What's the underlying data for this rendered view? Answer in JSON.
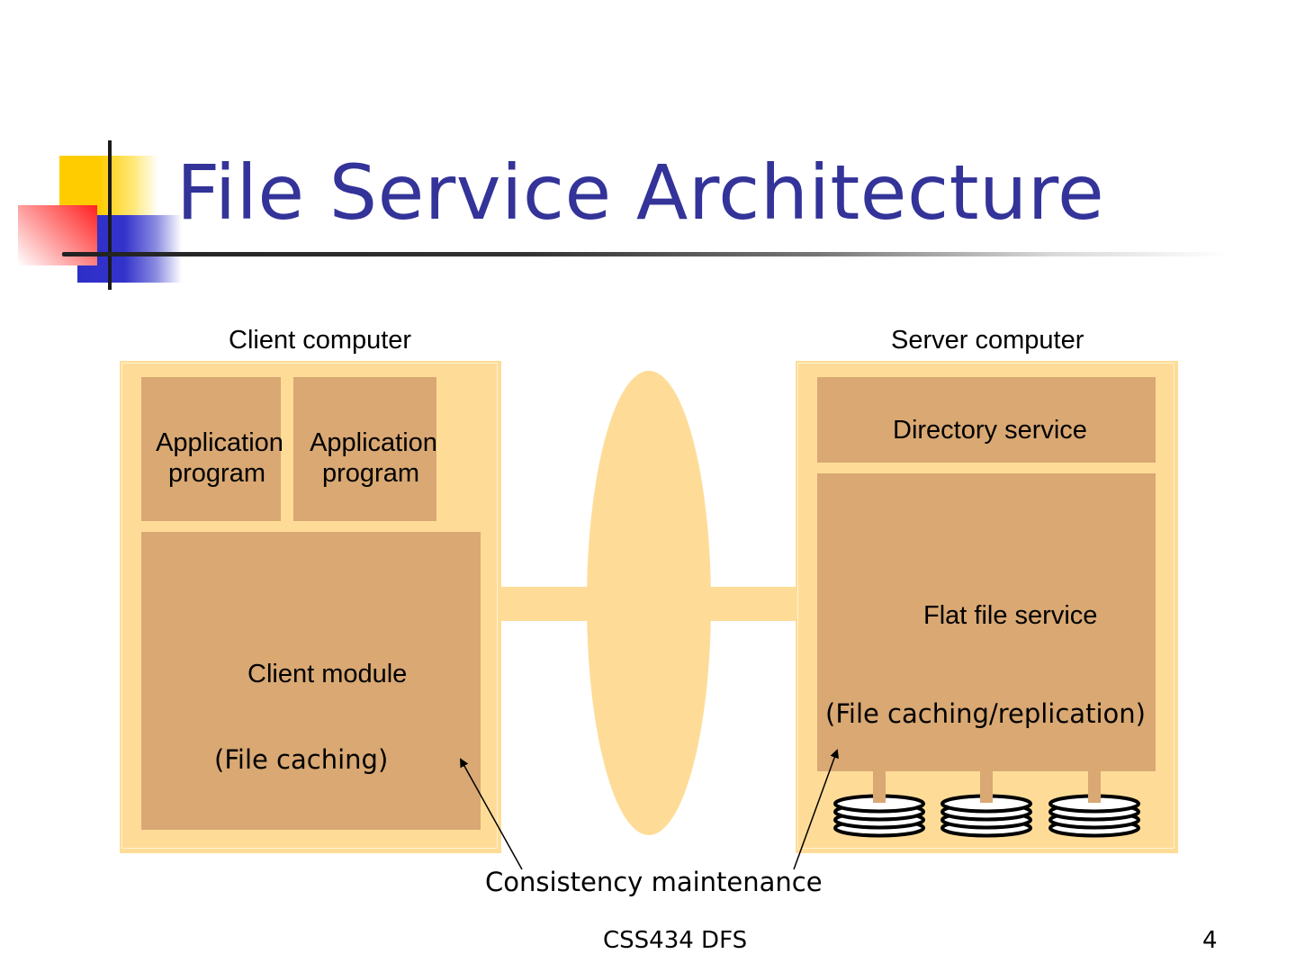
{
  "slide": {
    "title": "File Service Architecture",
    "footer_text": "CSS434 DFS",
    "page_number": "4",
    "colors": {
      "title": "#333399",
      "computer_box": "#fedc98",
      "component_box": "#d9a873",
      "network": "#fedc98"
    }
  },
  "client": {
    "heading": "Client computer",
    "app1": {
      "line1": "Application",
      "line2": "program"
    },
    "app2": {
      "line1": "Application",
      "line2": "program"
    },
    "module_label": "Client module",
    "module_sub": "(File caching)"
  },
  "server": {
    "heading": "Server computer",
    "directory_label": "Directory service",
    "flat_label": "Flat file service",
    "flat_sub": "(File caching/replication)",
    "disks": [
      "disk-1",
      "disk-2",
      "disk-3"
    ]
  },
  "annotation": {
    "label": "Consistency maintenance"
  }
}
